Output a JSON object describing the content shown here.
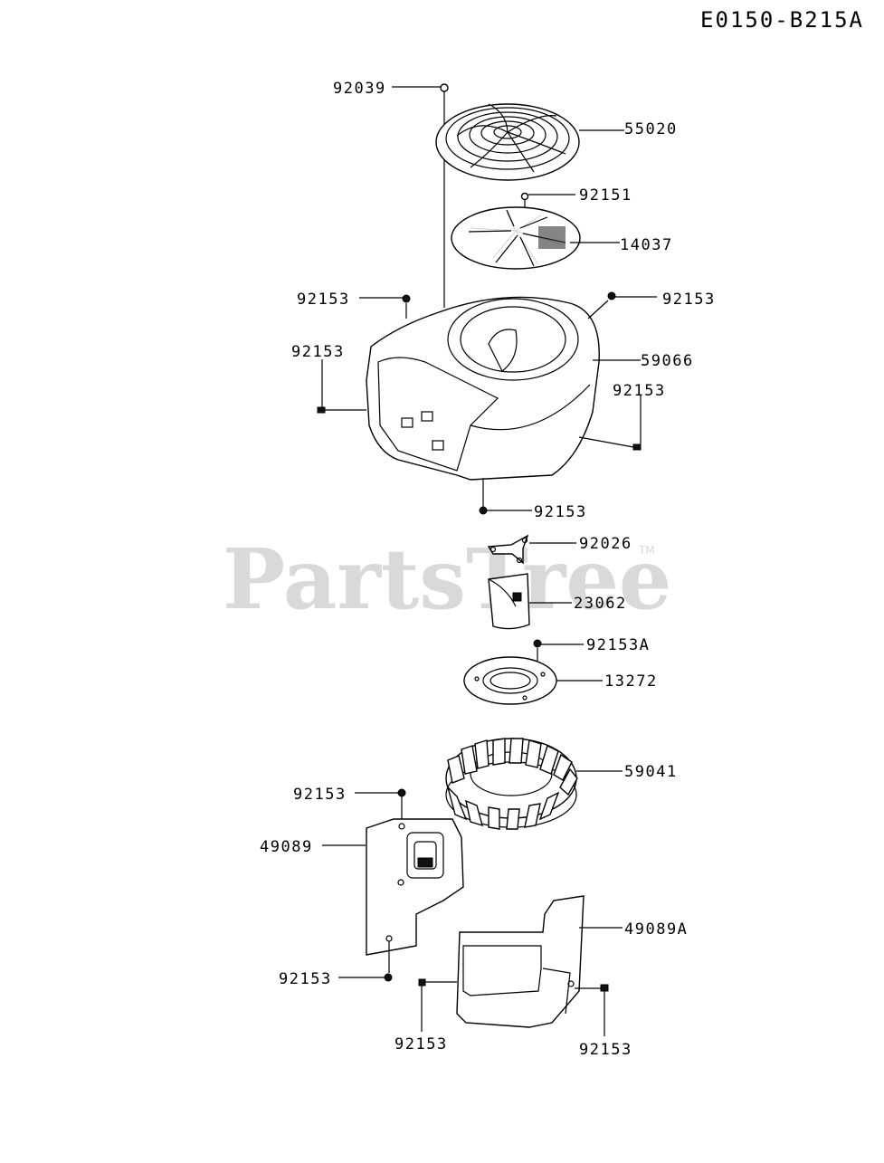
{
  "diagram_code": "E0150-B215A",
  "watermark": "PartsTree",
  "watermark_tm": "TM",
  "labels": {
    "p92039": "92039",
    "p55020": "55020",
    "p92151": "92151",
    "p14037": "14037",
    "p92153_a": "92153",
    "p92153_b": "92153",
    "p59066": "59066",
    "p92153_c": "92153",
    "p92153_d": "92153",
    "p92153_e": "92153",
    "p92026": "92026",
    "p23062": "23062",
    "p92153A": "92153A",
    "p13272": "13272",
    "p59041": "59041",
    "p92153_f": "92153",
    "p49089": "49089",
    "p49089A": "49089A",
    "p92153_g": "92153",
    "p92153_h": "92153",
    "p92153_i": "92153"
  }
}
